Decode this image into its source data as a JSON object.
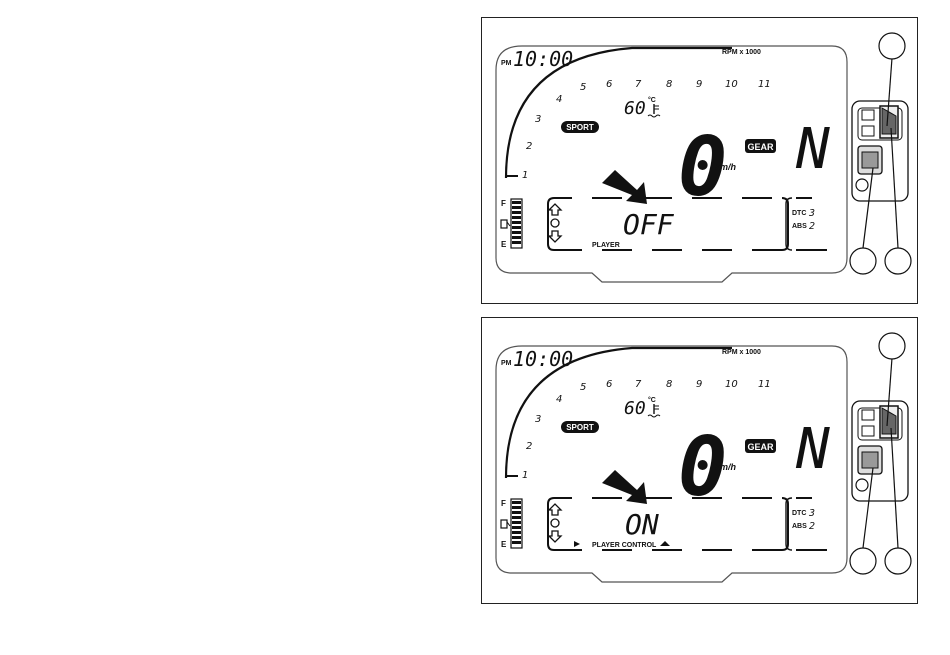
{
  "panels": [
    {
      "clock_prefix": "PM",
      "clock": "10:00",
      "rpm_label": "RPM x 1000",
      "rpm_ticks": [
        "1",
        "2",
        "3",
        "4",
        "5",
        "6",
        "7",
        "8",
        "9",
        "10",
        "11"
      ],
      "temperature": "60",
      "temp_unit": "°C",
      "mode_badge": "SPORT",
      "speed": "0",
      "speed_unit": "km/h",
      "gear_badge": "GEAR",
      "gear": "N",
      "fuel_full": "F",
      "fuel_empty": "E",
      "display_text": "OFF",
      "bottom_label": "PLAYER",
      "dtc_label": "DTC",
      "dtc_value": "3",
      "abs_label": "ABS",
      "abs_value": "2"
    },
    {
      "clock_prefix": "PM",
      "clock": "10:00",
      "rpm_label": "RPM x 1000",
      "rpm_ticks": [
        "1",
        "2",
        "3",
        "4",
        "5",
        "6",
        "7",
        "8",
        "9",
        "10",
        "11"
      ],
      "temperature": "60",
      "temp_unit": "°C",
      "mode_badge": "SPORT",
      "speed": "0",
      "speed_unit": "km/h",
      "gear_badge": "GEAR",
      "gear": "N",
      "fuel_full": "F",
      "fuel_empty": "E",
      "display_text": "ON",
      "bottom_label": "PLAYER CONTROL",
      "dtc_label": "DTC",
      "dtc_value": "3",
      "abs_label": "ABS",
      "abs_value": "2"
    }
  ]
}
